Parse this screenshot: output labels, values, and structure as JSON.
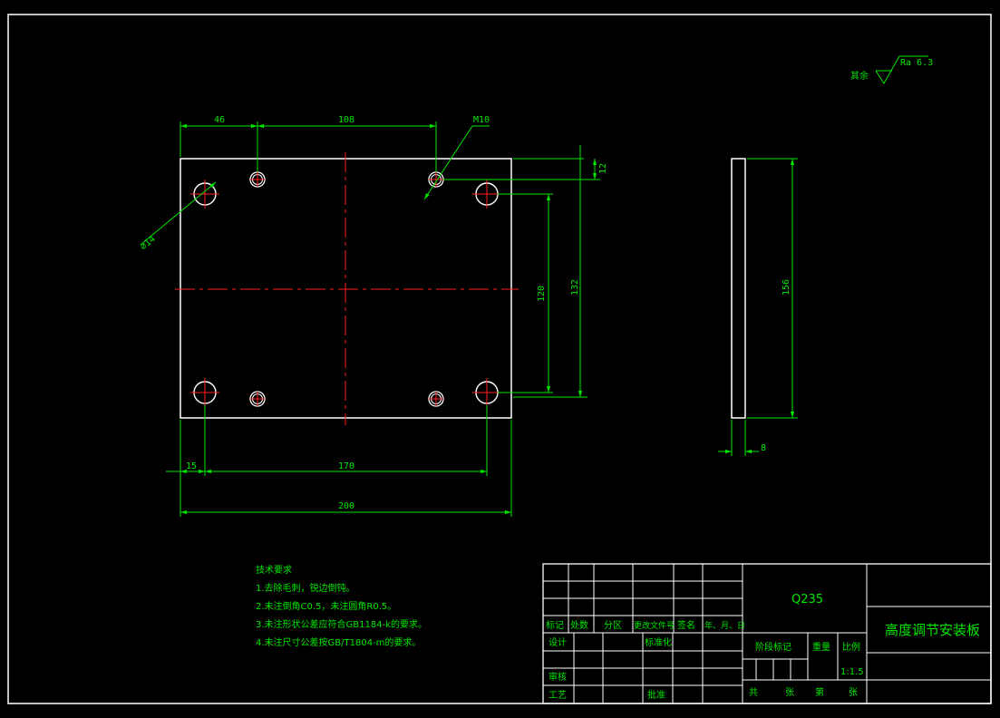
{
  "colors": {
    "background": "#000000",
    "border": "#ffffff",
    "outline": "#ffffff",
    "dimension": "#00e600",
    "centerline": "#ff2020",
    "text": "#00e600"
  },
  "surface_finish": {
    "remark": "其余",
    "value": "Ra 6.3"
  },
  "dimensions": {
    "d46": "46",
    "d108": "108",
    "m10": "M10",
    "phi14": "⌀14",
    "d12": "12",
    "d120": "120",
    "d132": "132",
    "d15": "15",
    "d170": "170",
    "d200": "200",
    "d156": "156",
    "d8": "8"
  },
  "tech_notes": {
    "title": "技术要求",
    "items": [
      "1.去除毛刺，锐边倒钝。",
      "2.未注倒角C0.5，未注圆角R0.5。",
      "3.未注形状公差应符合GB1184-k的要求。",
      "4.未注尺寸公差按GB/T1804-m的要求。"
    ]
  },
  "title_block": {
    "material": "Q235",
    "part_name": "高度调节安装板",
    "revision_headers": [
      "标记",
      "处数",
      "分区",
      "更改文件号",
      "签名",
      "年、月、日"
    ],
    "design": "设计",
    "standardization": "标准化",
    "review": "审核",
    "process": "工艺",
    "approve": "批准",
    "stage_mark": "阶段标记",
    "weight": "重量",
    "scale_label": "比例",
    "scale_value": "1:1.5",
    "sheets_total": "共",
    "sheets_unit1": "张",
    "sheet_no": "第",
    "sheets_unit2": "张"
  }
}
